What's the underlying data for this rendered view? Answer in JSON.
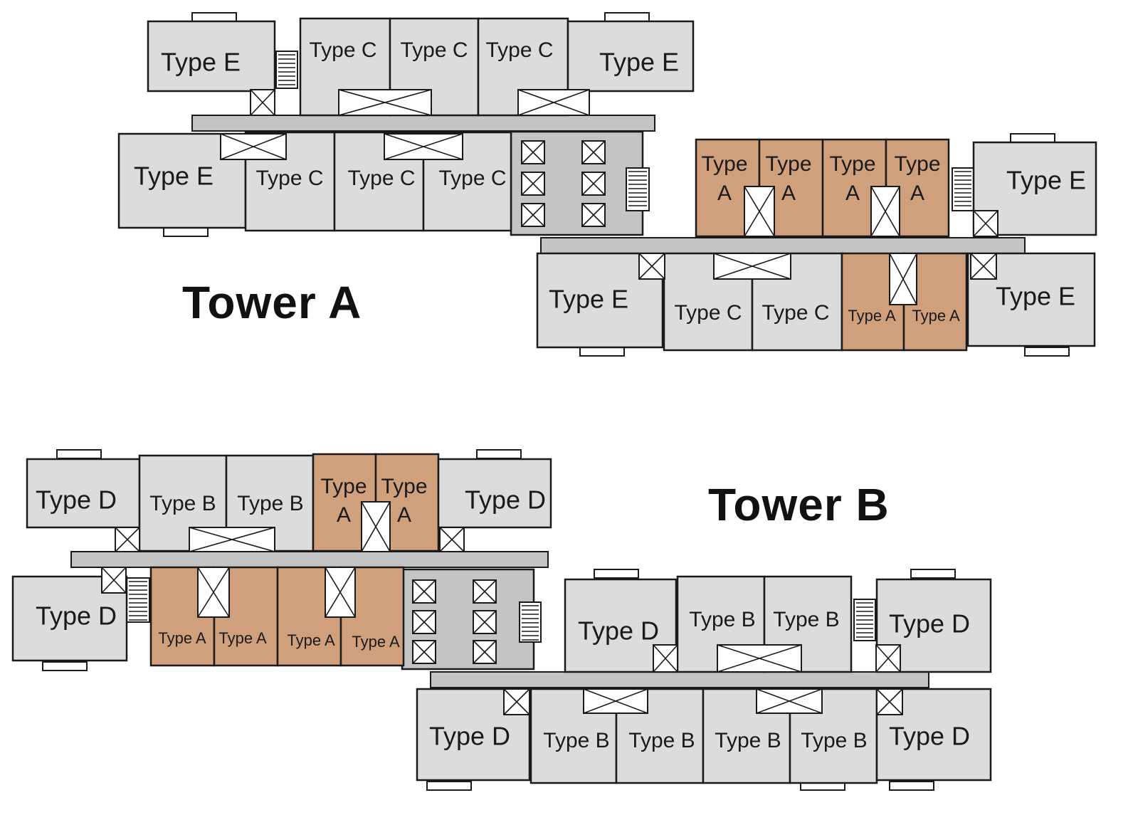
{
  "towers": [
    {
      "id": "a",
      "title": "Tower A"
    },
    {
      "id": "b",
      "title": "Tower B"
    }
  ],
  "colors": {
    "typeA": "#d0a07c",
    "other": "#dcdcdc",
    "corridor": "#c4c4c4",
    "outline": "#1a1a1a"
  },
  "units": [
    {
      "id": "ta-e1",
      "label": "Type E",
      "type": "E"
    },
    {
      "id": "ta-c1",
      "label": "Type C",
      "type": "C"
    },
    {
      "id": "ta-c2",
      "label": "Type C",
      "type": "C"
    },
    {
      "id": "ta-c3",
      "label": "Type C",
      "type": "C"
    },
    {
      "id": "ta-e2",
      "label": "Type E",
      "type": "E"
    },
    {
      "id": "ta-e3",
      "label": "Type E",
      "type": "E"
    },
    {
      "id": "ta-c4",
      "label": "Type C",
      "type": "C"
    },
    {
      "id": "ta-c5",
      "label": "Type C",
      "type": "C"
    },
    {
      "id": "ta-c6",
      "label": "Type C",
      "type": "C"
    },
    {
      "id": "ta-a1",
      "label": "Type A",
      "type": "A"
    },
    {
      "id": "ta-a2",
      "label": "Type A",
      "type": "A"
    },
    {
      "id": "ta-a3",
      "label": "Type A",
      "type": "A"
    },
    {
      "id": "ta-a4",
      "label": "Type A",
      "type": "A"
    },
    {
      "id": "ta-e4",
      "label": "Type E",
      "type": "E"
    },
    {
      "id": "ta-e5",
      "label": "Type E",
      "type": "E"
    },
    {
      "id": "ta-c7",
      "label": "Type C",
      "type": "C"
    },
    {
      "id": "ta-c8",
      "label": "Type C",
      "type": "C"
    },
    {
      "id": "ta-a5",
      "label": "Type A",
      "type": "A"
    },
    {
      "id": "ta-a6",
      "label": "Type A",
      "type": "A"
    },
    {
      "id": "ta-e6",
      "label": "Type E",
      "type": "E"
    },
    {
      "id": "tb-d1",
      "label": "Type D",
      "type": "D"
    },
    {
      "id": "tb-b1",
      "label": "Type B",
      "type": "B"
    },
    {
      "id": "tb-b2",
      "label": "Type B",
      "type": "B"
    },
    {
      "id": "tb-a1",
      "label": "Type A",
      "type": "A"
    },
    {
      "id": "tb-a2",
      "label": "Type A",
      "type": "A"
    },
    {
      "id": "tb-d2",
      "label": "Type D",
      "type": "D"
    },
    {
      "id": "tb-d3",
      "label": "Type D",
      "type": "D"
    },
    {
      "id": "tb-a3",
      "label": "Type A",
      "type": "A"
    },
    {
      "id": "tb-a4",
      "label": "Type A",
      "type": "A"
    },
    {
      "id": "tb-a5",
      "label": "Type A",
      "type": "A"
    },
    {
      "id": "tb-a6",
      "label": "Type A",
      "type": "A"
    },
    {
      "id": "tb-d4",
      "label": "Type D",
      "type": "D"
    },
    {
      "id": "tb-b3",
      "label": "Type B",
      "type": "B"
    },
    {
      "id": "tb-b4",
      "label": "Type B",
      "type": "B"
    },
    {
      "id": "tb-d5",
      "label": "Type D",
      "type": "D"
    },
    {
      "id": "tb-d6",
      "label": "Type D",
      "type": "D"
    },
    {
      "id": "tb-b5",
      "label": "Type B",
      "type": "B"
    },
    {
      "id": "tb-b6",
      "label": "Type B",
      "type": "B"
    },
    {
      "id": "tb-b7",
      "label": "Type B",
      "type": "B"
    },
    {
      "id": "tb-b8",
      "label": "Type B",
      "type": "B"
    },
    {
      "id": "tb-d7",
      "label": "Type D",
      "type": "D"
    }
  ]
}
